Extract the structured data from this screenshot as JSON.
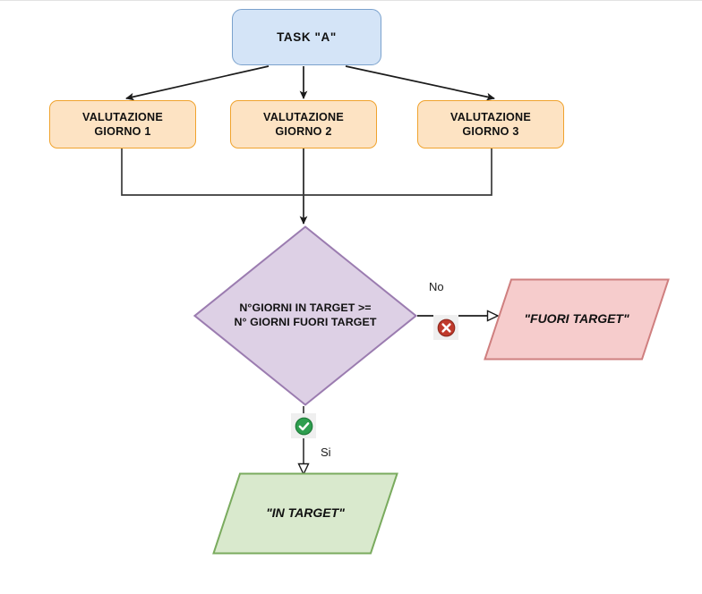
{
  "diagram": {
    "title": "Flowchart valutazione target giornaliero",
    "nodes": {
      "start": {
        "label": "TASK \"A\"",
        "shape": "rounded-rectangle",
        "fill": "#d4e4f7",
        "stroke": "#7ba2cd"
      },
      "eval_1": {
        "label": "VALUTAZIONE\nGIORNO 1",
        "shape": "rounded-rectangle",
        "fill": "#fde3c3",
        "stroke": "#f0a32e"
      },
      "eval_2": {
        "label": "VALUTAZIONE\nGIORNO 2",
        "shape": "rounded-rectangle",
        "fill": "#fde3c3",
        "stroke": "#f0a32e"
      },
      "eval_3": {
        "label": "VALUTAZIONE\nGIORNO 3",
        "shape": "rounded-rectangle",
        "fill": "#fde3c3",
        "stroke": "#f0a32e"
      },
      "decision": {
        "label": "N°GIORNI IN TARGET >=\nN° GIORNI FUORI TARGET",
        "shape": "diamond",
        "fill": "#ddd0e5",
        "stroke": "#9b7cb0"
      },
      "out_of_target": {
        "label": "\"FUORI TARGET\"",
        "shape": "parallelogram",
        "fill": "#f6cccc",
        "stroke": "#d07f7f"
      },
      "in_target": {
        "label": "\"IN TARGET\"",
        "shape": "parallelogram",
        "fill": "#d9e9cd",
        "stroke": "#7aab5e"
      }
    },
    "edge_labels": {
      "no": "No",
      "si": "Si"
    },
    "icons": {
      "reject": "error-circle-icon",
      "accept": "success-check-icon"
    },
    "colors": {
      "edge": "#333333",
      "reject": "#c0392b",
      "accept": "#2e9e4f",
      "background": "#ffffff"
    }
  }
}
